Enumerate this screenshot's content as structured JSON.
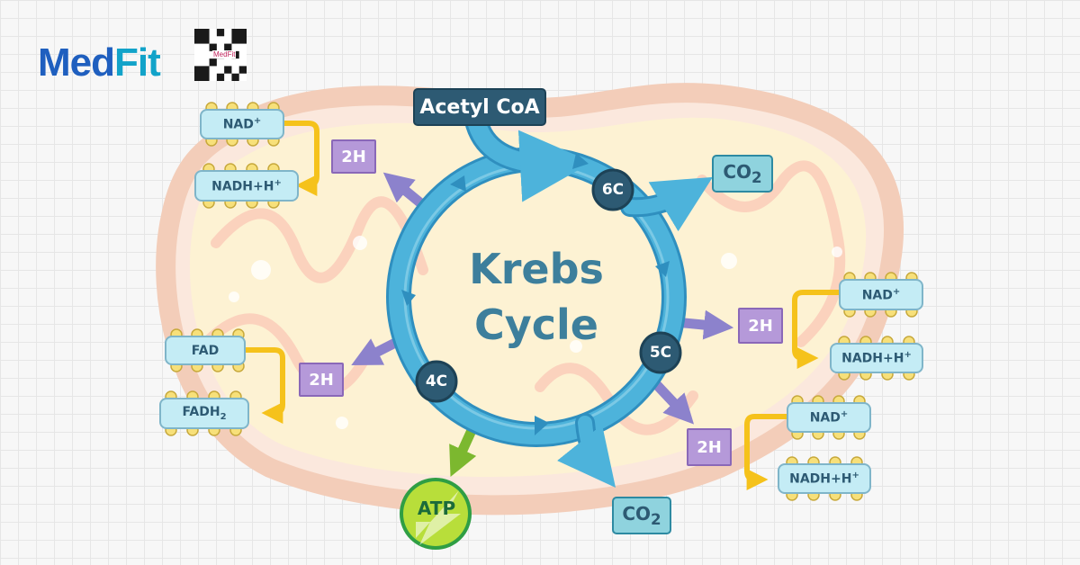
{
  "brand": {
    "part1": "Med",
    "part2": "Fit",
    "qr_label": "MedFit"
  },
  "diagram": {
    "title_line1": "Krebs",
    "title_line2": "Cycle",
    "input": "Acetyl CoA",
    "nodes": [
      "6C",
      "5C",
      "4C"
    ],
    "outputs": {
      "co2_top": "CO",
      "co2_bottom": "CO",
      "atp": "ATP"
    },
    "hydrogen": [
      "2H",
      "2H",
      "2H",
      "2H"
    ],
    "carriers": {
      "nad": "NAD",
      "nadh": "NADH+H",
      "fad": "FAD",
      "fadh": "FADH"
    }
  },
  "colors": {
    "cycle": "#4db3db",
    "node": "#2d5a73",
    "co2": "#8fd3de",
    "hydrogen": "#b599d9",
    "carrier_arrow": "#f5c21b",
    "atp": "#9ccc3c",
    "membrane": "#f5d7c8"
  },
  "icons": [
    "qr-code-icon"
  ]
}
